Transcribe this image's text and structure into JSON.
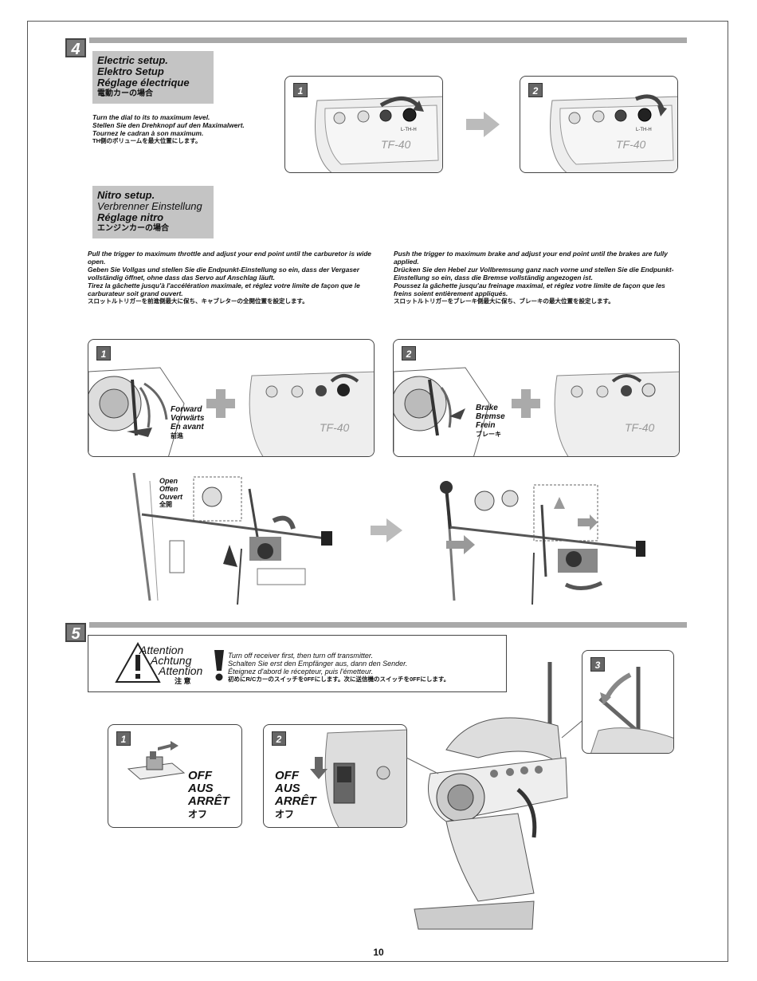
{
  "page_number": "10",
  "step4": {
    "badge": "4",
    "electric": {
      "heading": [
        "Electric setup.",
        "Elektro Setup",
        "Réglage électrique"
      ],
      "heading_jp": "電動カーの場合",
      "instruction": [
        "Turn the dial to its to maximum level.",
        "Stellen Sie den Drehknopf auf den Maximalwert.",
        "Tournez le cadran à son maximum."
      ],
      "instruction_jp": "TH側のボリュームを最大位置にします。",
      "panel1_num": "1",
      "panel2_num": "2",
      "transmitter_label": "TF-40",
      "transmitter_sublabel": "L-TH-H"
    },
    "nitro": {
      "heading": [
        "Nitro setup.",
        "Verbrenner Einstellung",
        "Réglage nitro"
      ],
      "heading_jp": "エンジンカーの場合",
      "left_text": [
        "Pull the trigger to maximum throttle and adjust your end point until the carburetor is wide open.",
        "Geben Sie Vollgas und stellen Sie die Endpunkt-Einstellung so ein, dass der Vergaser vollständig öffnet, ohne dass das Servo auf Anschlag läuft.",
        "Tirez la gâchette jusqu'à l'accélération maximale, et réglez votre limite de façon que le carburateur soit grand ouvert."
      ],
      "left_text_jp": "スロットルトリガーを前進側最大に保ち、キャブレターの全開位置を設定します。",
      "right_text": [
        "Push the trigger to maximum brake and adjust your end point until the brakes are fully applied.",
        "Drücken Sie den Hebel zur Vollbremsung ganz nach vorne und stellen Sie die Endpunkt-Einstellung so ein, dass die Bremse vollständig angezogen ist.",
        "Poussez la gâchette jusqu'au freinage maximal, et réglez votre limite de façon que les freins soient entièrement appliqués."
      ],
      "right_text_jp": "スロットルトリガーをブレーキ側最大に保ち、ブレーキの最大位置を設定します。",
      "panel1_num": "1",
      "panel2_num": "2",
      "forward_labels": [
        "Forward",
        "Vorwärts",
        "En avant"
      ],
      "forward_jp": "前進",
      "brake_labels": [
        "Brake",
        "Bremse",
        "Frein"
      ],
      "brake_jp": "ブレーキ",
      "open_labels": [
        "Open",
        "Offen",
        "Ouvert"
      ],
      "open_jp": "全開"
    }
  },
  "step5": {
    "badge": "5",
    "attention_words": [
      "Attention",
      "Achtung",
      "Attention"
    ],
    "attention_jp": "注 意",
    "warning_lines": [
      "Turn off receiver first, then turn off transmitter.",
      "Schalten Sie erst den Empfänger aus, dann den Sender.",
      "Éteignez d'abord le récepteur, puis l'émetteur."
    ],
    "warning_jp": "初めにR/Cカーのスイッチを0FFにします。次に送信機のスイッチを0FFにします。",
    "panel1_num": "1",
    "panel2_num": "2",
    "panel3_num": "3",
    "off_labels": [
      "OFF",
      "AUS",
      "ARRÊT"
    ],
    "off_jp": "オフ"
  }
}
